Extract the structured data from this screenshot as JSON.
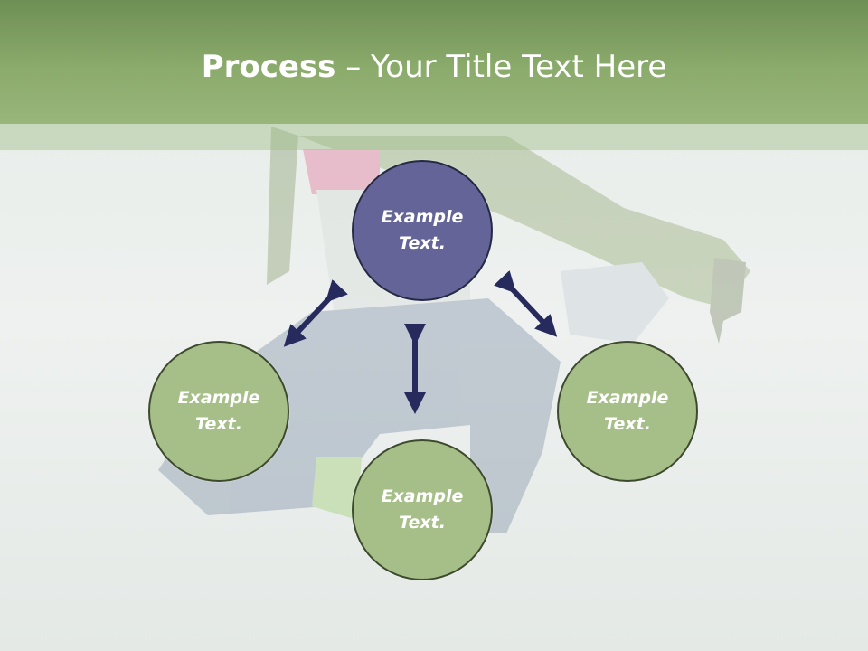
{
  "slide": {
    "title_bold": "Process",
    "title_rest": " – Your Title Text Here"
  },
  "colors": {
    "title_bar": "#8bab6c",
    "node_green": "#a6bf88",
    "node_purple": "#646498",
    "arrow": "#262a5c"
  },
  "diagram": {
    "nodes": [
      {
        "id": "top",
        "label": "Example\nText.",
        "color": "purple"
      },
      {
        "id": "left",
        "label": "Example\nText.",
        "color": "green"
      },
      {
        "id": "bottom",
        "label": "Example\nText.",
        "color": "green"
      },
      {
        "id": "right",
        "label": "Example\nText.",
        "color": "green"
      }
    ],
    "connectors": [
      {
        "from": "top",
        "to": "left",
        "type": "double-arrow"
      },
      {
        "from": "top",
        "to": "bottom",
        "type": "double-arrow"
      },
      {
        "from": "top",
        "to": "right",
        "type": "double-arrow"
      }
    ]
  }
}
